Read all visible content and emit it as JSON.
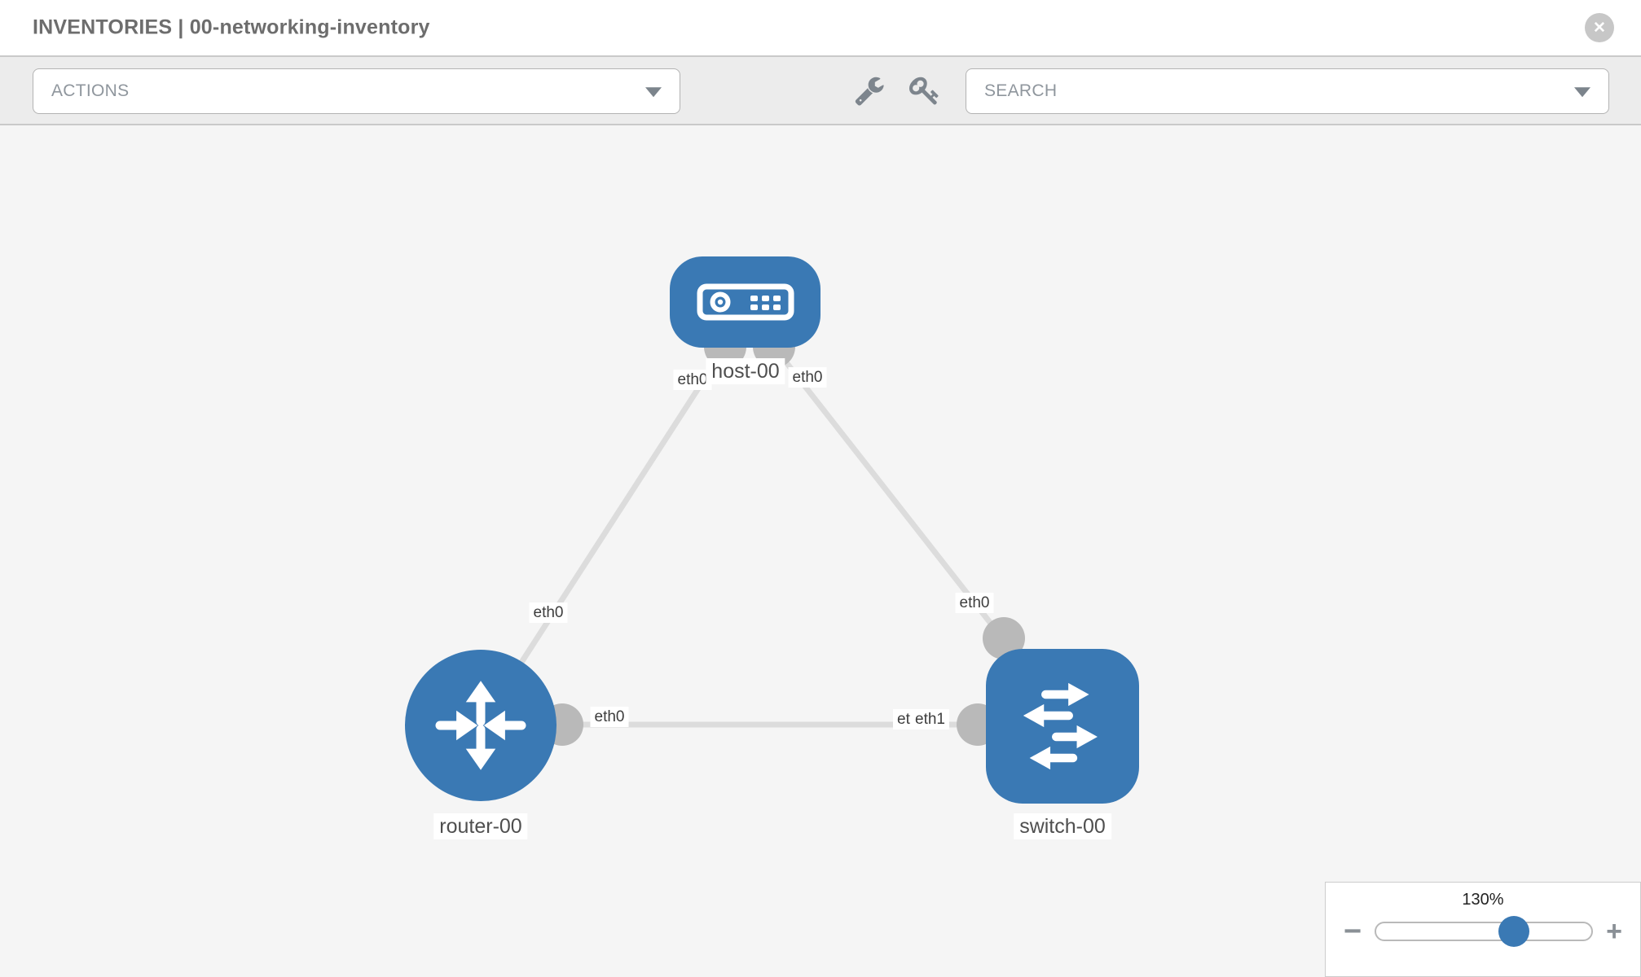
{
  "header": {
    "title": "INVENTORIES | 00-networking-inventory"
  },
  "toolbar": {
    "actions_label": "ACTIONS",
    "search_label": "SEARCH"
  },
  "glyphs": {
    "close": "✕",
    "minus": "−",
    "plus": "+"
  },
  "icons": {
    "wrench": "wrench-icon",
    "key": "key-icon",
    "close": "close-icon",
    "host": "host-device-icon",
    "router": "router-device-icon",
    "switch": "switch-device-icon"
  },
  "topology": {
    "nodes": [
      {
        "id": "host-00",
        "type": "host",
        "label": "host-00"
      },
      {
        "id": "router-00",
        "type": "router",
        "label": "router-00"
      },
      {
        "id": "switch-00",
        "type": "switch",
        "label": "switch-00"
      }
    ],
    "links": [
      {
        "source": "host-00",
        "target": "router-00",
        "source_interface": "eth0",
        "target_interface": "eth0"
      },
      {
        "source": "host-00",
        "target": "switch-00",
        "source_interface": "eth0",
        "target_interface": "eth0"
      },
      {
        "source": "router-00",
        "target": "switch-00",
        "source_interface": "eth0",
        "target_interface": "eth1"
      }
    ],
    "interface_labels": {
      "host_left": "eth0",
      "host_right": "eth0",
      "router_diag": "eth0",
      "switch_diag": "eth0",
      "router_horiz": "eth0",
      "switch_horiz_back": "eth0",
      "switch_horiz_front": "eth1"
    },
    "colors": {
      "node_blue": "#3a79b4",
      "link_gray": "#dcdcdc",
      "connector_gray": "#b9b9b9"
    }
  },
  "zoom_panel": {
    "value": "130%"
  }
}
